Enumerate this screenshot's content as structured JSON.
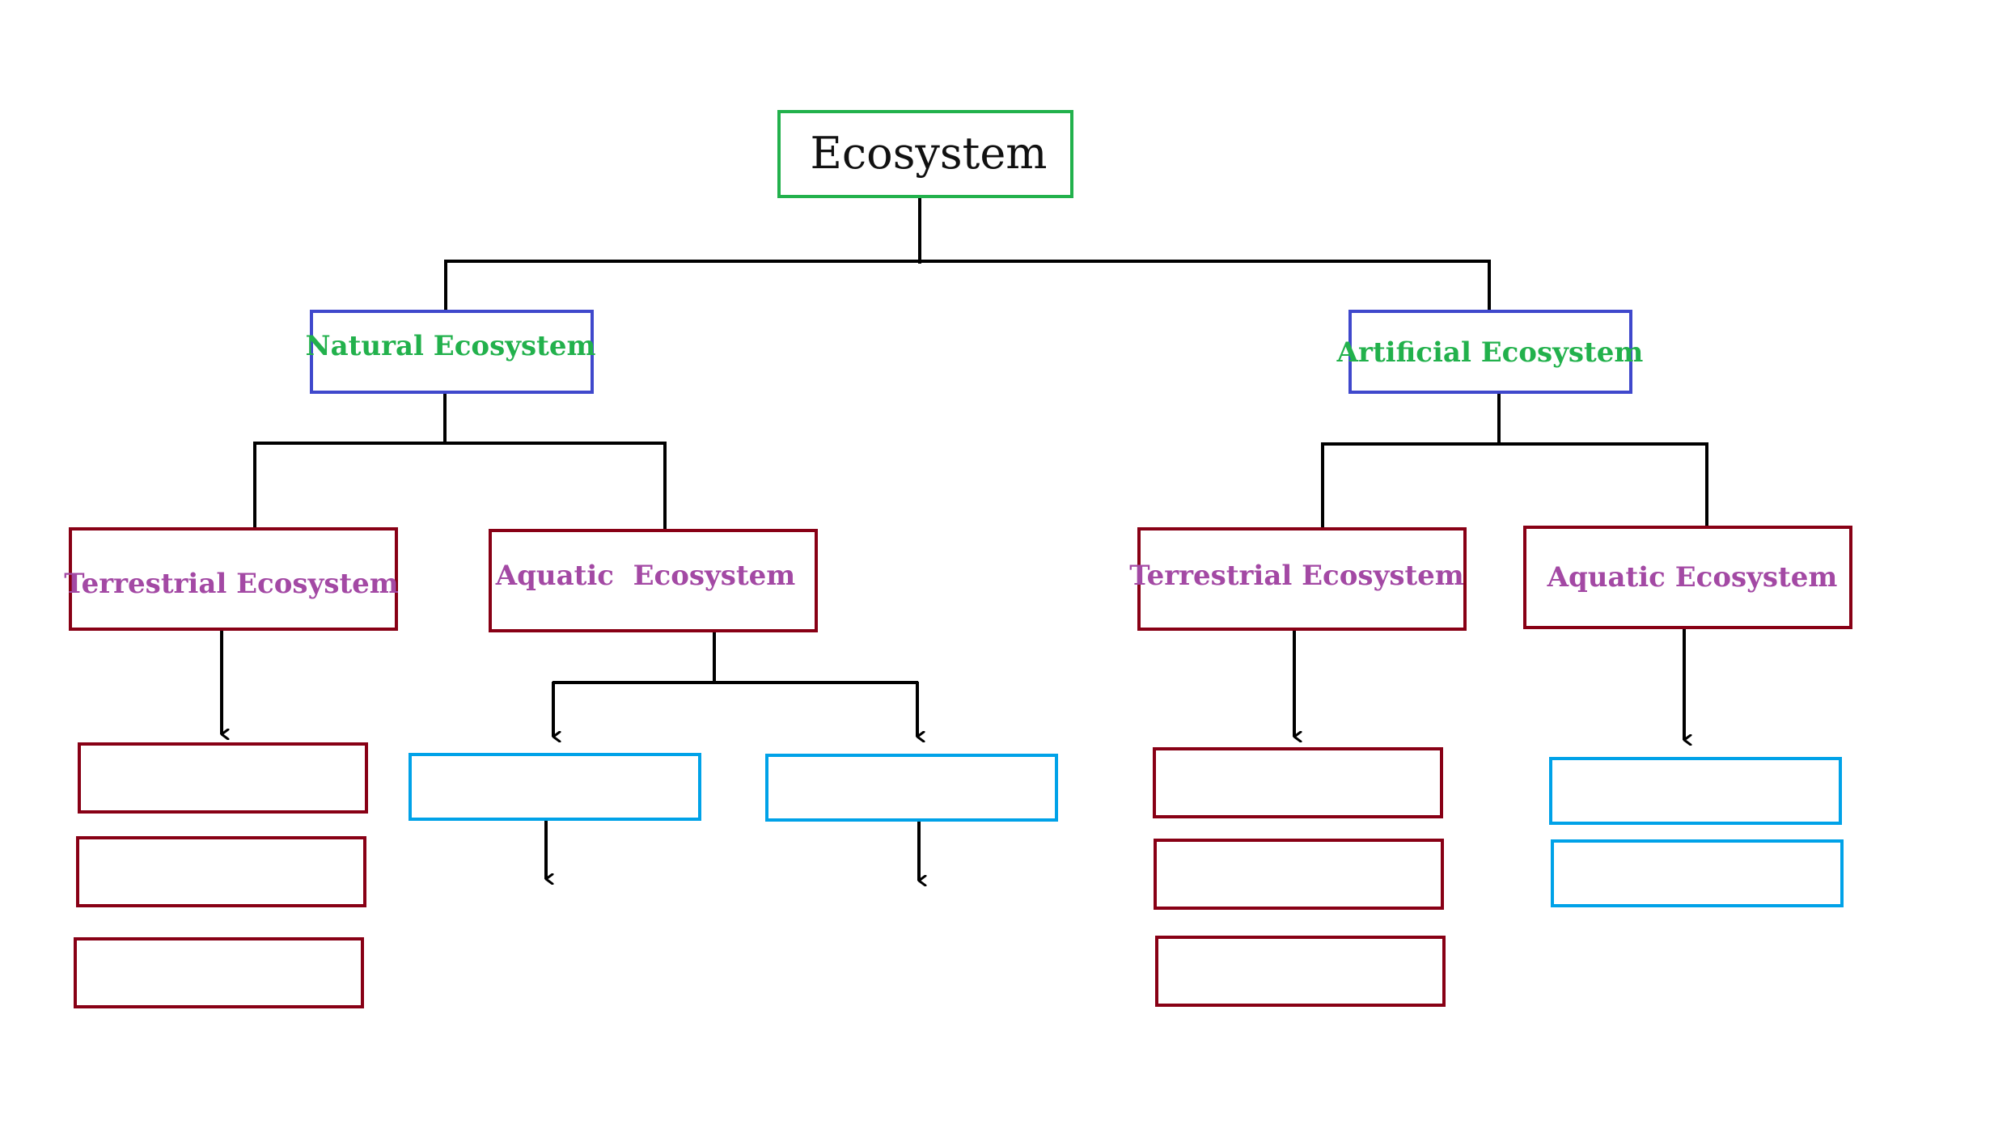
{
  "diagram": {
    "root": {
      "label": "Ecosystem",
      "border_color": "#22b14c",
      "text_color": "#111111"
    },
    "level1": [
      {
        "label": "Natural Ecosystem",
        "border_color": "#3f48cc",
        "text_color": "#22b14c"
      },
      {
        "label": "Artificial Ecosystem",
        "border_color": "#3f48cc",
        "text_color": "#22b14c"
      }
    ],
    "level2": [
      {
        "label": "Terrestrial Ecosystem",
        "border_color": "#880015",
        "text_color": "#a349a4"
      },
      {
        "label": "Aquatic  Ecosystem",
        "border_color": "#880015",
        "text_color": "#a349a4"
      },
      {
        "label": "Terrestrial Ecosystem",
        "border_color": "#880015",
        "text_color": "#a349a4"
      },
      {
        "label": "Aquatic Ecosystem",
        "border_color": "#880015",
        "text_color": "#a349a4"
      }
    ],
    "empty_box_colors": {
      "terrestrial": "#880015",
      "aquatic": "#00a2e8"
    },
    "connector_color": "#000000"
  }
}
